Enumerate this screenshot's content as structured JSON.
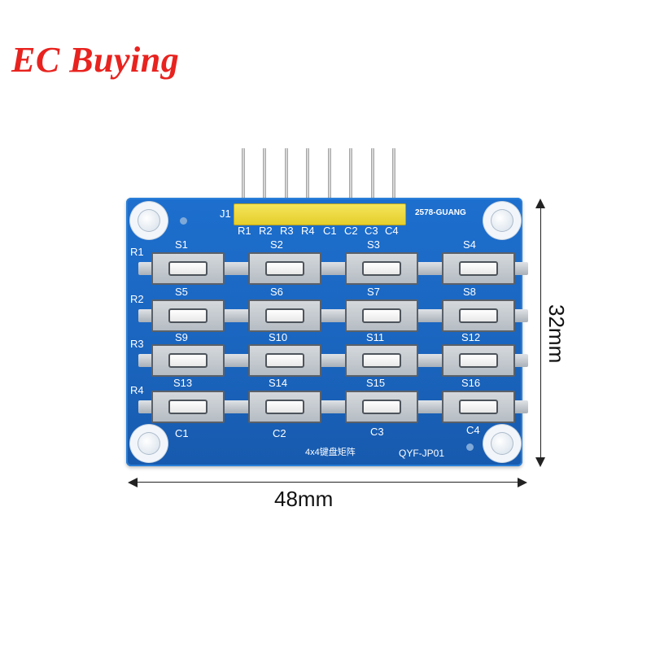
{
  "brand": "EC Buying",
  "board": {
    "connector_label": "J1",
    "pin_labels": [
      "R1",
      "R2",
      "R3",
      "R4",
      "C1",
      "C2",
      "C3",
      "C4"
    ],
    "model_text": "2578-GUANG",
    "row_labels": [
      "R1",
      "R2",
      "R3",
      "R4"
    ],
    "col_labels": [
      "C1",
      "C2",
      "C3",
      "C4"
    ],
    "switch_labels": [
      "S1",
      "S2",
      "S3",
      "S4",
      "S5",
      "S6",
      "S7",
      "S8",
      "S9",
      "S10",
      "S11",
      "S12",
      "S13",
      "S14",
      "S15",
      "S16"
    ],
    "matrix_text": "4x4键盘矩阵",
    "part_number": "QYF-JP01"
  },
  "dimensions": {
    "width": "48mm",
    "height": "32mm"
  },
  "colors": {
    "pcb": "#1a64bd",
    "brand": "#e8231f",
    "header": "#f4e45a"
  }
}
